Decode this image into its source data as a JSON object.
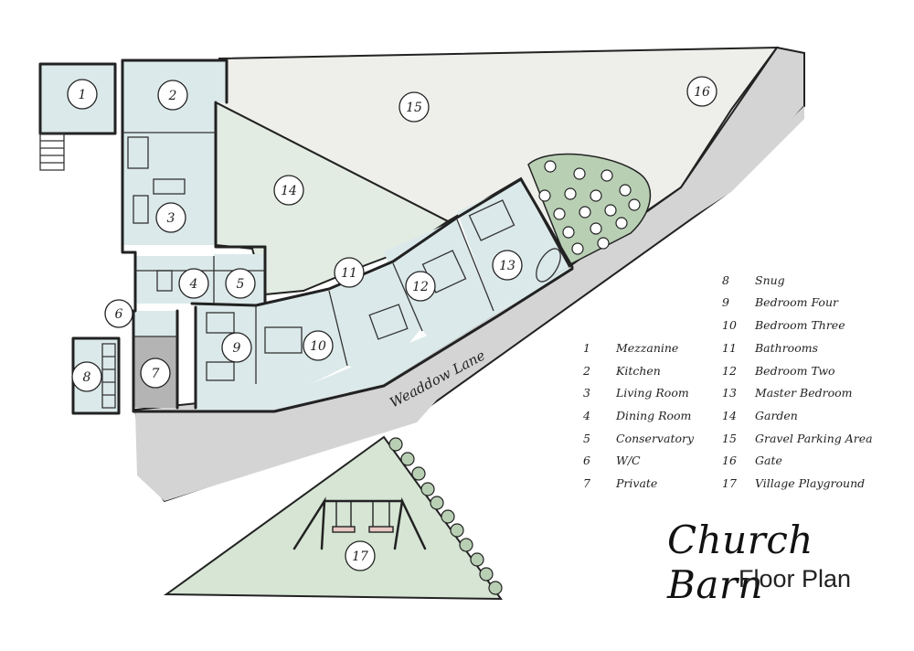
{
  "title": "Church Barn",
  "subtitle": "Floor Plan",
  "road_label": "Weaddow Lane",
  "colors": {
    "room": "#dbe9ea",
    "garden": "#e3ece3",
    "gravel": "#eeeeea",
    "playground": "#d6e5d4",
    "road": "#d4d4d4",
    "tree": "#b8cfb4",
    "private": "#b4b4b4"
  },
  "legend": [
    {
      "num": "1",
      "label": "Mezzanine"
    },
    {
      "num": "2",
      "label": "Kitchen"
    },
    {
      "num": "3",
      "label": "Living Room"
    },
    {
      "num": "4",
      "label": "Dining Room"
    },
    {
      "num": "5",
      "label": "Conservatory"
    },
    {
      "num": "6",
      "label": "W/C"
    },
    {
      "num": "7",
      "label": "Private"
    },
    {
      "num": "8",
      "label": "Snug"
    },
    {
      "num": "9",
      "label": "Bedroom Four"
    },
    {
      "num": "10",
      "label": "Bedroom Three"
    },
    {
      "num": "11",
      "label": "Bathrooms"
    },
    {
      "num": "12",
      "label": "Bedroom Two"
    },
    {
      "num": "13",
      "label": "Master Bedroom"
    },
    {
      "num": "14",
      "label": "Garden"
    },
    {
      "num": "15",
      "label": "Gravel Parking Area"
    },
    {
      "num": "16",
      "label": "Gate"
    },
    {
      "num": "17",
      "label": "Village Playground"
    }
  ]
}
